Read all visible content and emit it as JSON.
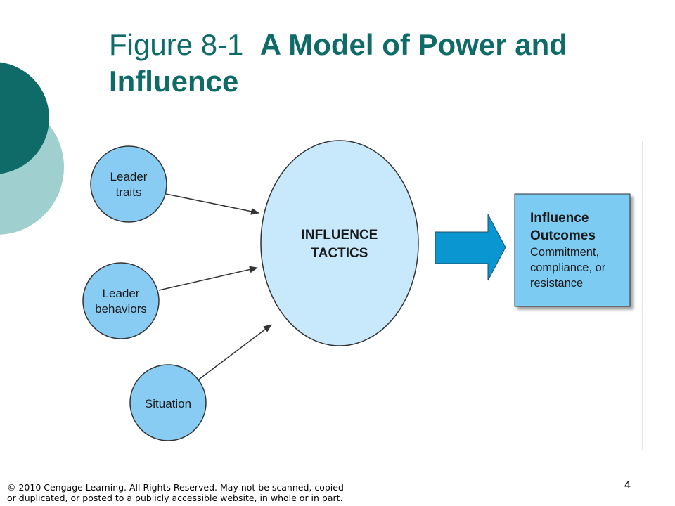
{
  "slide": {
    "title_regular": "Figure 8-1",
    "title_bold_line1": "A Model of Power and",
    "title_bold_line2": "Influence",
    "page_number": "4",
    "copyright_line1": "© 2010 Cengage Learning. All Rights Reserved. May not be scanned, copied",
    "copyright_line2": "or duplicated, or posted to a publicly accessible website, in whole or in part."
  },
  "diagram": {
    "inputs": [
      {
        "id": "leader-traits",
        "lines": [
          "Leader",
          "traits"
        ]
      },
      {
        "id": "leader-behaviors",
        "lines": [
          "Leader",
          "behaviors"
        ]
      },
      {
        "id": "situation",
        "lines": [
          "Situation"
        ]
      }
    ],
    "center": {
      "lines": [
        "INFLUENCE",
        "TACTICS"
      ]
    },
    "outcome": {
      "heading_lines": [
        "Influence",
        "Outcomes"
      ],
      "detail_lines": [
        "Commitment,",
        "compliance, or",
        "resistance"
      ]
    }
  },
  "colors": {
    "title": "#0e6b68",
    "deco_dark": "#0e6b68",
    "deco_light": "#9fcfcf",
    "input_circle_fill": "#89ccf3",
    "center_ellipse_fill": "#c7e9fb",
    "outcome_box_fill": "#7ccbf3",
    "big_arrow_fill": "#0a96d0",
    "stroke": "#333333"
  }
}
